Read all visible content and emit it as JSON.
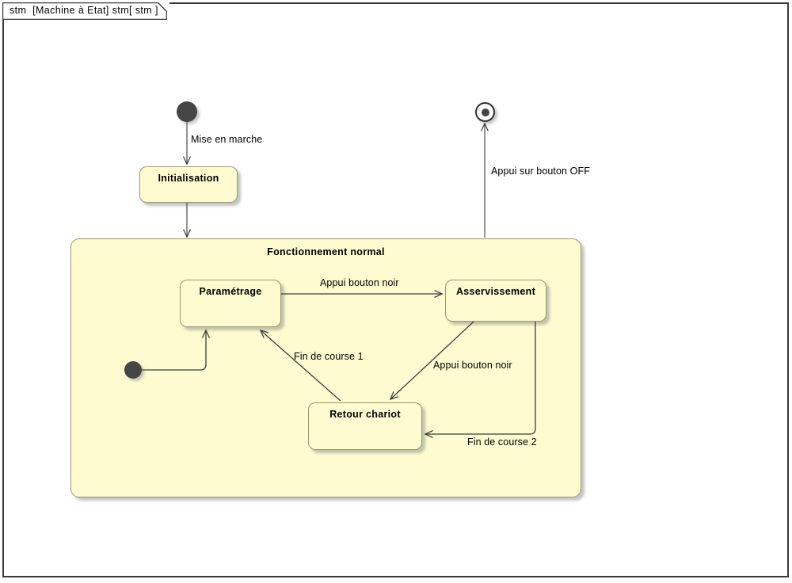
{
  "diagram": {
    "frame_label": "stm  [Machine à Etat] stm[ stm ]",
    "kind": "uml-state-machine",
    "colors": {
      "state_fill": "#fdfbcf",
      "state_border": "#9a9a6e",
      "frame_border": "#3a3a3a",
      "pseudostate_fill": "#454545",
      "connector": "#444444",
      "background": "#ffffff"
    }
  },
  "states": [
    {
      "id": "initialisation",
      "label": "Initialisation"
    },
    {
      "id": "fonctionnement_normal",
      "label": "Fonctionnement normal"
    },
    {
      "id": "parametrage",
      "label": "Paramétrage"
    },
    {
      "id": "asservissement",
      "label": "Asservissement"
    },
    {
      "id": "retour_chariot",
      "label": "Retour chariot"
    }
  ],
  "pseudostates": [
    {
      "id": "initial_top",
      "kind": "initial"
    },
    {
      "id": "final_top",
      "kind": "final"
    },
    {
      "id": "initial_inner",
      "kind": "initial"
    }
  ],
  "transitions": [
    {
      "id": "t1",
      "from": "initial_top",
      "to": "initialisation",
      "label": "Mise en marche"
    },
    {
      "id": "t2",
      "from": "initialisation",
      "to": "fonctionnement_normal",
      "label": ""
    },
    {
      "id": "t3",
      "from": "fonctionnement_normal",
      "to": "final_top",
      "label": "Appui sur bouton OFF"
    },
    {
      "id": "t4",
      "from": "initial_inner",
      "to": "parametrage",
      "label": ""
    },
    {
      "id": "t5",
      "from": "parametrage",
      "to": "asservissement",
      "label": "Appui bouton noir"
    },
    {
      "id": "t6",
      "from": "asservissement",
      "to": "retour_chariot",
      "label": "Appui bouton noir"
    },
    {
      "id": "t7",
      "from": "retour_chariot",
      "to": "parametrage",
      "label": "Fin de course 1"
    },
    {
      "id": "t8",
      "from": "asservissement",
      "to": "retour_chariot",
      "label": "Fin de course 2"
    }
  ],
  "labels": {
    "mise_en_marche": "Mise en marche",
    "appui_sur_bouton_off": "Appui sur bouton OFF",
    "appui_bouton_noir_1": "Appui bouton noir",
    "appui_bouton_noir_2": "Appui bouton noir",
    "fin_de_course_1": "Fin de course 1",
    "fin_de_course_2": "Fin de course 2"
  }
}
